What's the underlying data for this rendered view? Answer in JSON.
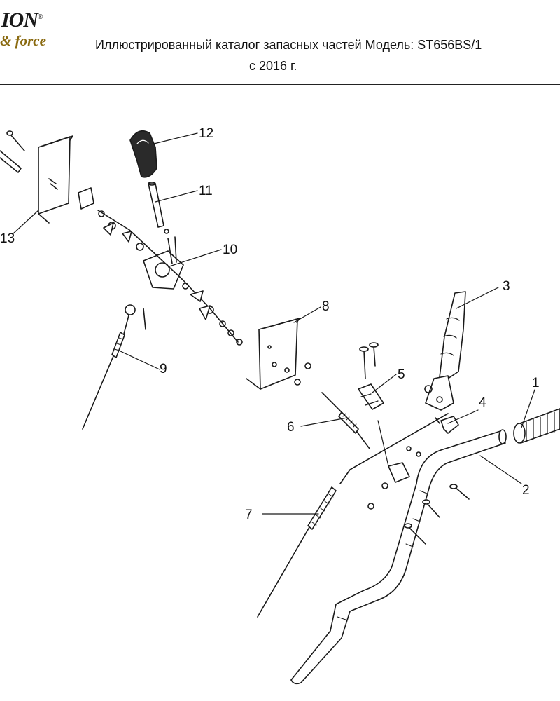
{
  "header": {
    "logo_top": "ION",
    "logo_mark": "®",
    "logo_bottom": "& force",
    "title_line1": "Иллюстрированный каталог запасных частей Модель: ST656BS/1",
    "title_line2": "с 2016 г."
  },
  "callouts": [
    {
      "id": "1",
      "label": "1"
    },
    {
      "id": "2",
      "label": "2"
    },
    {
      "id": "3",
      "label": "3"
    },
    {
      "id": "4",
      "label": "4"
    },
    {
      "id": "5",
      "label": "5"
    },
    {
      "id": "6",
      "label": "6"
    },
    {
      "id": "7",
      "label": "7"
    },
    {
      "id": "8",
      "label": "8"
    },
    {
      "id": "9",
      "label": "9"
    },
    {
      "id": "10",
      "label": "10"
    },
    {
      "id": "11",
      "label": "11"
    },
    {
      "id": "12",
      "label": "12"
    },
    {
      "id": "13",
      "label": "13"
    }
  ]
}
